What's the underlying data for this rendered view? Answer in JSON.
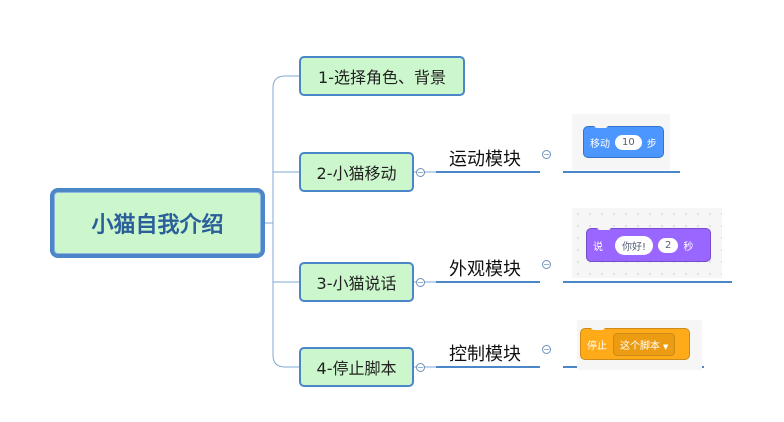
{
  "central_topic": "小猫自我介绍",
  "branches": [
    {
      "label": "1-选择角色、背景"
    },
    {
      "label": "2-小猫移动",
      "subtopic": "运动模块"
    },
    {
      "label": "3-小猫说话",
      "subtopic": "外观模块"
    },
    {
      "label": "4-停止脚本",
      "subtopic": "控制模块"
    }
  ],
  "blocks": {
    "motion": {
      "text": "移动",
      "value": "10",
      "unit": "步",
      "color": "#4c97ff"
    },
    "looks": {
      "text": "说",
      "message": "你好!",
      "seconds": "2",
      "unit": "秒",
      "color": "#9966ff"
    },
    "control": {
      "text": "停止",
      "option": "这个脚本",
      "color": "#ffab19"
    }
  },
  "colors": {
    "node_fill": "#ccf7cc",
    "node_border": "#4a86c8",
    "line": "#4a86c8"
  }
}
